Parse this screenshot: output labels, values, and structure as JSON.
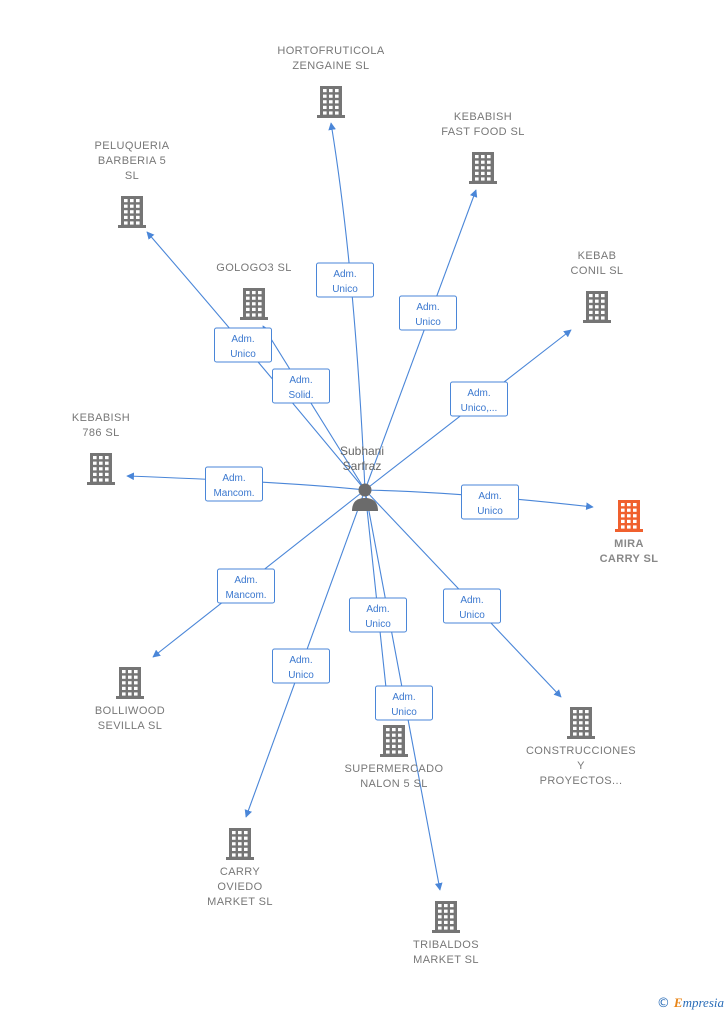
{
  "colors": {
    "edge": "#4a86d8",
    "building": "#757575",
    "focus_building": "#f0602e",
    "person": "#6b6b6b"
  },
  "person": {
    "name_lines": [
      "Subhani",
      "Sarfraz"
    ],
    "icon": "person-icon"
  },
  "companies": [
    {
      "id": "hortofruticola",
      "label_lines": [
        "HORTOFRUTICOLA",
        "ZENGAINE  SL"
      ],
      "icon": "building-icon"
    },
    {
      "id": "kebabish-fast-food",
      "label_lines": [
        "KEBABISH",
        "FAST FOOD SL"
      ],
      "icon": "building-icon"
    },
    {
      "id": "peluqueria",
      "label_lines": [
        "PELUQUERIA",
        "BARBERIA 5",
        "SL"
      ],
      "icon": "building-icon"
    },
    {
      "id": "gologo3",
      "label_lines": [
        "GOLOGO3  SL"
      ],
      "icon": "building-icon"
    },
    {
      "id": "kebab-conil",
      "label_lines": [
        "KEBAB",
        "CONIL SL"
      ],
      "icon": "building-icon"
    },
    {
      "id": "kebabish-786",
      "label_lines": [
        "KEBABISH",
        "786 SL"
      ],
      "icon": "building-icon"
    },
    {
      "id": "mira-carry",
      "label_lines": [
        "MIRA",
        "CARRY  SL"
      ],
      "icon": "building-icon",
      "focus": true
    },
    {
      "id": "bolliwood",
      "label_lines": [
        "BOLLIWOOD",
        "SEVILLA  SL"
      ],
      "icon": "building-icon"
    },
    {
      "id": "construcciones",
      "label_lines": [
        "CONSTRUCCIONES",
        "Y",
        "PROYECTOS..."
      ],
      "icon": "building-icon"
    },
    {
      "id": "supermercado",
      "label_lines": [
        "SUPERMERCADO",
        "NALON 5  SL"
      ],
      "icon": "building-icon"
    },
    {
      "id": "carry-oviedo",
      "label_lines": [
        "CARRY",
        "OVIEDO",
        "MARKET  SL"
      ],
      "icon": "building-icon"
    },
    {
      "id": "tribaldos",
      "label_lines": [
        "TRIBALDOS",
        "MARKET  SL"
      ],
      "icon": "building-icon"
    }
  ],
  "relations": [
    {
      "to": "hortofruticola",
      "role_lines": [
        "Adm.",
        "Unico"
      ]
    },
    {
      "to": "kebabish-fast-food",
      "role_lines": [
        "Adm.",
        "Unico"
      ]
    },
    {
      "to": "peluqueria",
      "role_lines": [
        "Adm.",
        "Unico"
      ]
    },
    {
      "to": "gologo3",
      "role_lines": [
        "Adm.",
        "Solid."
      ]
    },
    {
      "to": "kebab-conil",
      "role_lines": [
        "Adm.",
        "Unico,..."
      ]
    },
    {
      "to": "kebabish-786",
      "role_lines": [
        "Adm.",
        "Mancom."
      ]
    },
    {
      "to": "mira-carry",
      "role_lines": [
        "Adm.",
        "Unico"
      ]
    },
    {
      "to": "bolliwood",
      "role_lines": [
        "Adm.",
        "Mancom."
      ]
    },
    {
      "to": "construcciones",
      "role_lines": [
        "Adm.",
        "Unico"
      ]
    },
    {
      "to": "supermercado",
      "role_lines": [
        "Adm.",
        "Unico"
      ]
    },
    {
      "to": "carry-oviedo",
      "role_lines": [
        "Adm.",
        "Unico"
      ]
    },
    {
      "to": "tribaldos",
      "role_lines": [
        "Adm.",
        "Unico"
      ]
    }
  ],
  "brand": {
    "copyright": "©",
    "initial": "E",
    "rest": "mpresia"
  }
}
